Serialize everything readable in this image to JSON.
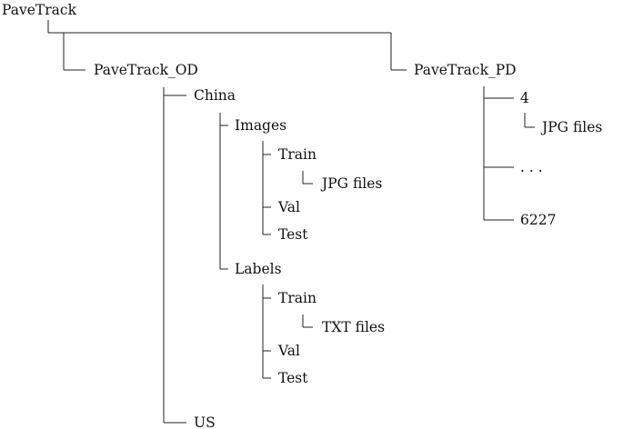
{
  "tree": {
    "root": "PaveTrack",
    "od": {
      "label": "PaveTrack_OD",
      "china": {
        "label": "China",
        "images": {
          "label": "Images",
          "train": "Train",
          "train_files": "JPG files",
          "val": "Val",
          "test": "Test"
        },
        "labels": {
          "label": "Labels",
          "train": "Train",
          "train_files": "TXT files",
          "val": "Val",
          "test": "Test"
        }
      },
      "us": "US"
    },
    "pd": {
      "label": "PaveTrack_PD",
      "first": "4",
      "first_files": "JPG files",
      "ellipsis": ". . .",
      "last": "6227"
    }
  }
}
